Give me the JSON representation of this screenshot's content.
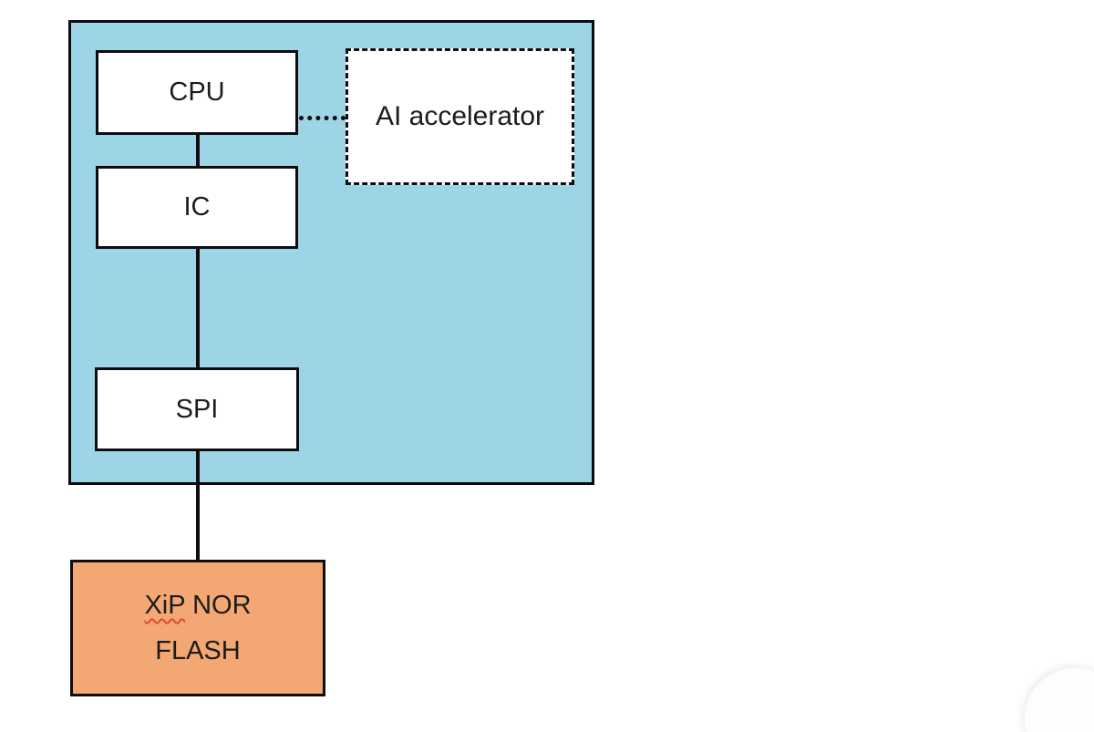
{
  "colors": {
    "container_fill": "#9DD5E6",
    "block_fill": "#FFFFFF",
    "flash_fill": "#F3A772",
    "line": "#0D0D0D",
    "text": "#1C1C1C",
    "spellcheck": "#E2483D"
  },
  "blocks": {
    "cpu": {
      "label": "CPU"
    },
    "ic": {
      "label": "IC"
    },
    "spi": {
      "label": "SPI"
    },
    "ai_accelerator": {
      "label": "AI accelerator"
    },
    "flash": {
      "line1_word": "XiP",
      "line1_rest": " NOR",
      "line2": "FLASH"
    }
  },
  "connections": [
    {
      "from": "cpu",
      "to": "ai_accelerator",
      "style": "dotted"
    },
    {
      "from": "cpu",
      "to": "ic",
      "style": "solid"
    },
    {
      "from": "ic",
      "to": "spi",
      "style": "solid"
    },
    {
      "from": "spi",
      "to": "flash",
      "style": "solid"
    }
  ]
}
